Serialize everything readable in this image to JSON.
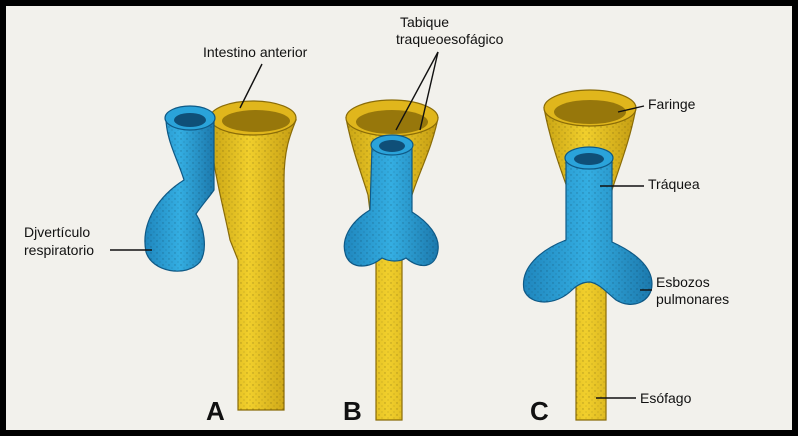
{
  "labels": {
    "intestino_anterior": "Intestino anterior",
    "tabique_line1": "Tabique",
    "tabique_line2": "traqueoesofágico",
    "diverticulo_line1": "Djvertículo",
    "diverticulo_line2": "respiratorio",
    "faringe": "Faringe",
    "traquea": "Tráquea",
    "esbozos_line1": "Esbozos",
    "esbozos_line2": "pulmonares",
    "esofago": "Esófago"
  },
  "panels": {
    "a": "A",
    "b": "B",
    "c": "C"
  },
  "colors": {
    "gut_yellow": "#e8c21f",
    "gut_yellow_dark": "#b89410",
    "respiratory_blue": "#2a9fd6",
    "respiratory_blue_dark": "#1a6fa0",
    "background": "#f2f1ec"
  }
}
